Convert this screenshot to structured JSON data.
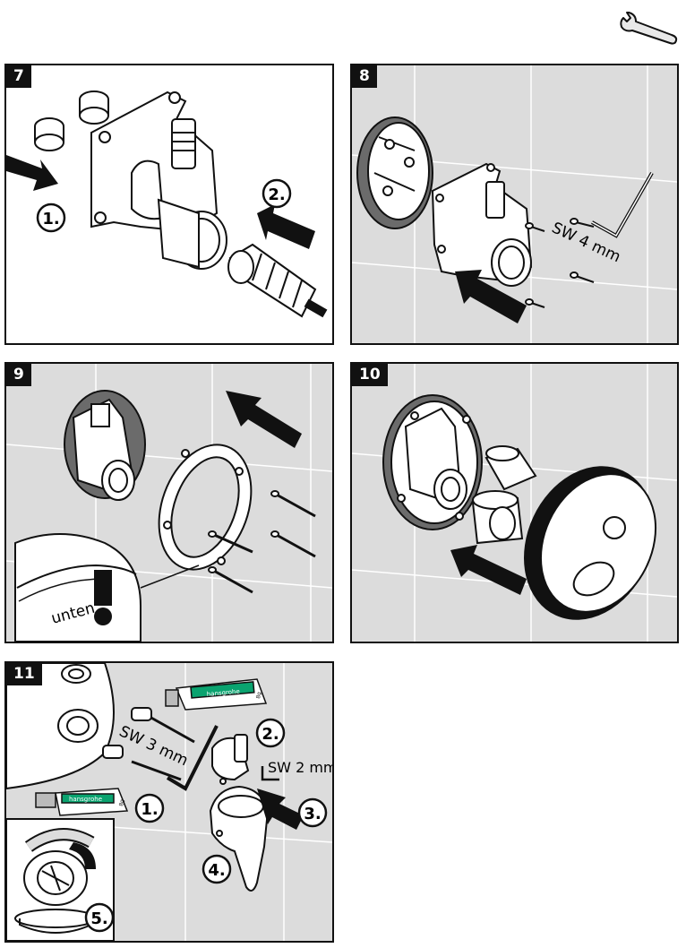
{
  "header": {
    "icon": "wrench-icon"
  },
  "steps": [
    {
      "number": "7",
      "callouts": [
        "1.",
        "2."
      ]
    },
    {
      "number": "8",
      "tool_label": "SW 4 mm"
    },
    {
      "number": "9",
      "note": "unten"
    },
    {
      "number": "10"
    },
    {
      "number": "11",
      "callouts": [
        "1.",
        "2.",
        "3.",
        "4.",
        "5."
      ],
      "tool_label_1": "SW 3 mm",
      "tool_label_2": "SW 2 mm",
      "tube_brand": "hansgrohe",
      "tube_size": "8g"
    }
  ],
  "colors": {
    "ink": "#111111",
    "tile": "#dcdcdc",
    "tube_band": "#0aa36f"
  }
}
